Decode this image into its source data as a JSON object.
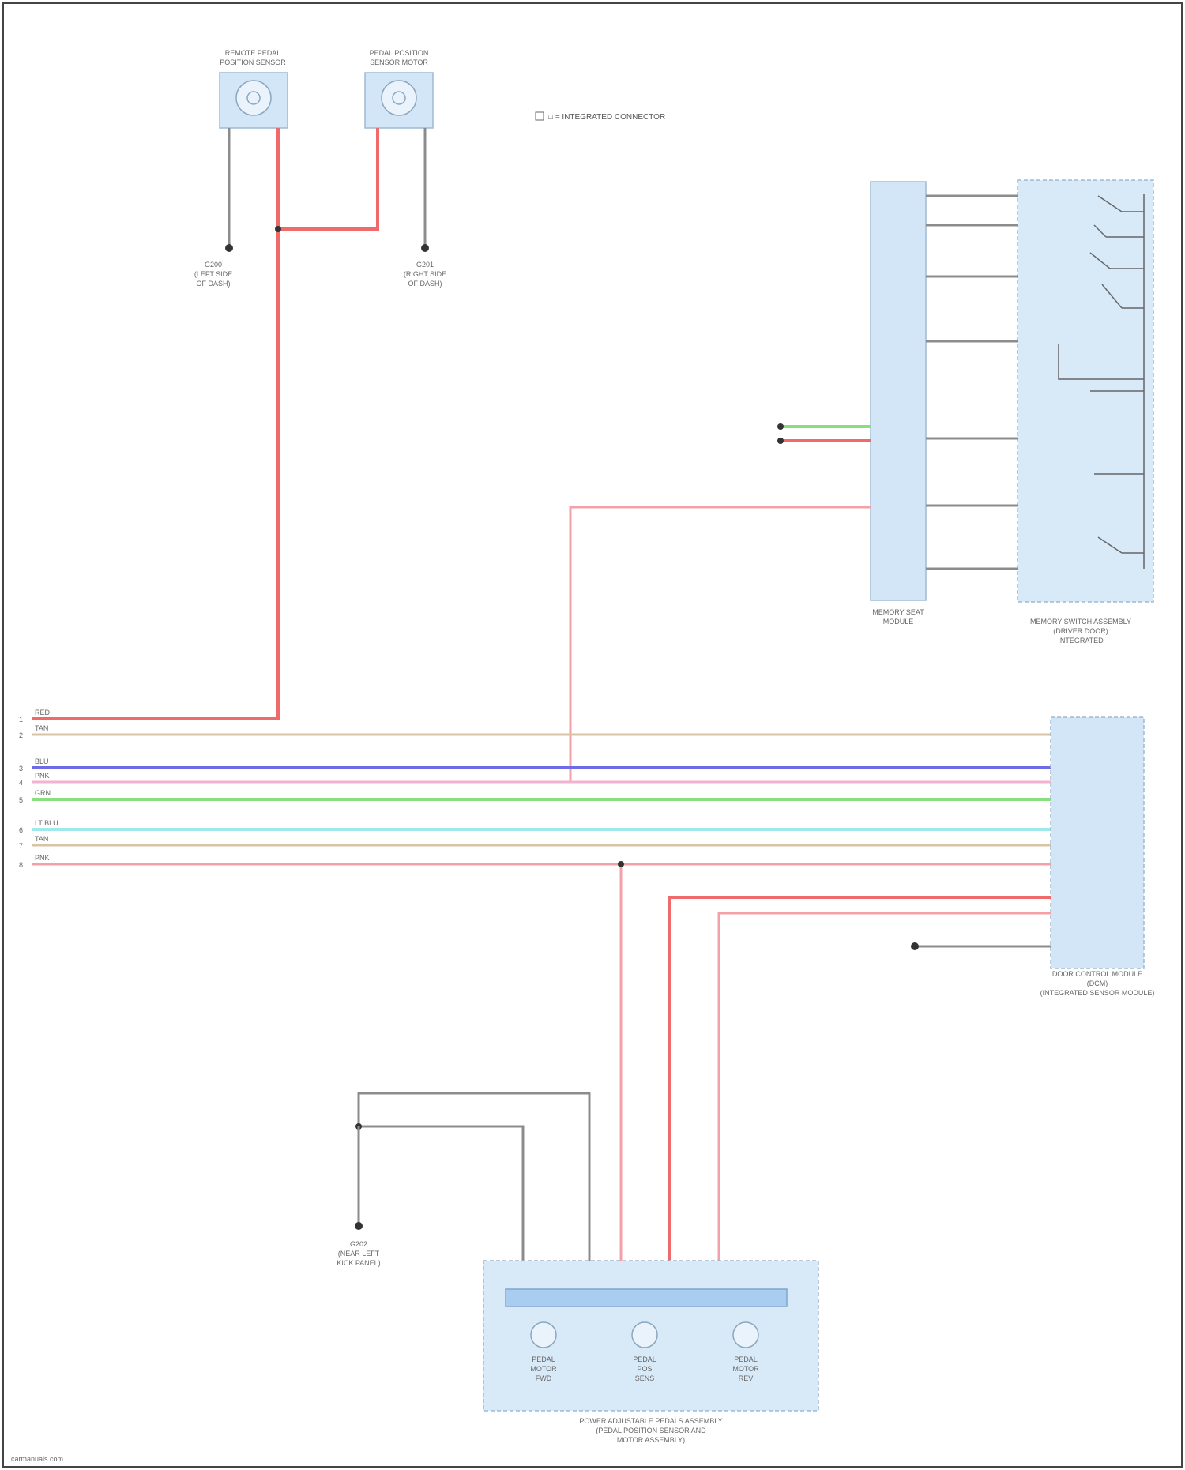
{
  "legend": {
    "text": "□ = INTEGRATED CONNECTOR"
  },
  "components": {
    "top_left_motor": {
      "label_line1": "REMOTE PEDAL",
      "label_line2": "POSITION SENSOR"
    },
    "top_mid_motor": {
      "label_line1": "PEDAL POSITION",
      "label_line2": "SENSOR MOTOR"
    },
    "switch_module": {
      "label_line1": "MEMORY SEAT",
      "label_line2": "MODULE"
    },
    "switch_assembly": {
      "label_line1": "MEMORY SWITCH ASSEMBLY",
      "label_line2": "(DRIVER DOOR)",
      "label_line3": "INTEGRATED"
    },
    "right_module": {
      "label_line1": "DOOR CONTROL MODULE",
      "label_line2": "(DCM)",
      "label_line3": "(INTEGRATED SENSOR MODULE)"
    },
    "bottom_assembly": {
      "label_line1": "POWER ADJUSTABLE PEDALS ASSEMBLY",
      "label_line2": "(PEDAL POSITION SENSOR AND",
      "label_line3": "MOTOR ASSEMBLY)"
    }
  },
  "grounds": {
    "g1": {
      "line1": "G200",
      "line2": "(LEFT SIDE",
      "line3": "OF DASH)"
    },
    "g2": {
      "line1": "G201",
      "line2": "(RIGHT SIDE",
      "line3": "OF DASH)"
    },
    "g3": {
      "line1": "G202",
      "line2": "(NEAR LEFT",
      "line3": "KICK PANEL)"
    }
  },
  "left_wires": [
    {
      "pin": "1",
      "color": "RED"
    },
    {
      "pin": "2",
      "color": "TAN"
    },
    {
      "pin": "3",
      "color": "BLU"
    },
    {
      "pin": "4",
      "color": "PNK"
    },
    {
      "pin": "5",
      "color": "GRN"
    },
    {
      "pin": "6",
      "color": "LT BLU"
    },
    {
      "pin": "7",
      "color": "TAN"
    },
    {
      "pin": "8",
      "color": "PNK"
    }
  ],
  "motors": [
    {
      "line1": "PEDAL",
      "line2": "MOTOR",
      "line3": "FWD"
    },
    {
      "line1": "PEDAL",
      "line2": "POS",
      "line3": "SENS"
    },
    {
      "line1": "PEDAL",
      "line2": "MOTOR",
      "line3": "REV"
    }
  ],
  "footer": {
    "text": "carmanuals.com"
  }
}
